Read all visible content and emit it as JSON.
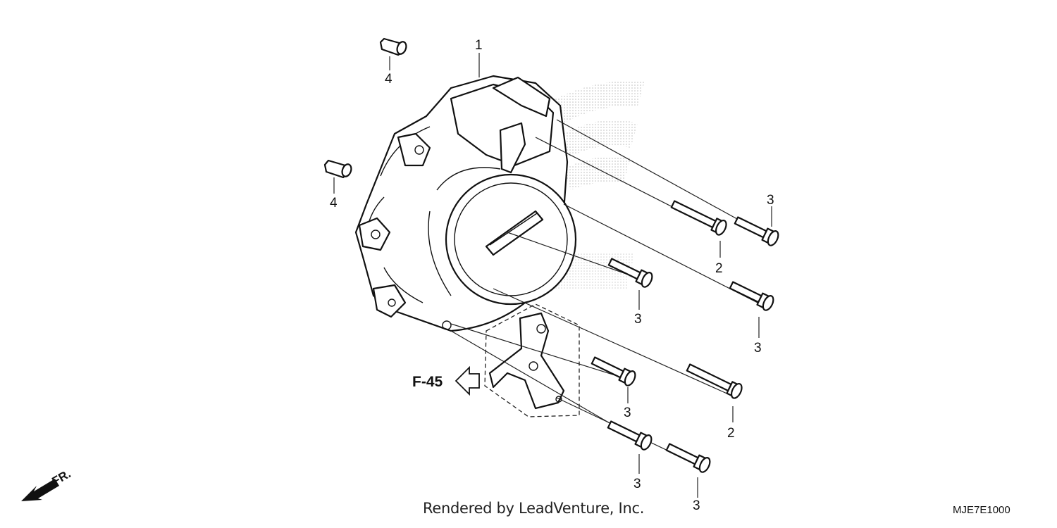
{
  "callouts": {
    "cover": "1",
    "dowel_top": "4",
    "dowel_left": "4",
    "bolt_a_right": "3",
    "bolt_a_left": "2",
    "bolt_mid": "3",
    "bolt_mid_right": "3",
    "bolt_low_left": "3",
    "bolt_low_right": "2",
    "bolt_bottom_left": "3",
    "bolt_bottom_right": "3"
  },
  "reference_arrow": {
    "label": "F-45"
  },
  "front_indicator": {
    "label": "FR."
  },
  "footer": {
    "credit": "Rendered by LeadVenture, Inc.",
    "diagram_code": "MJE7E1000"
  }
}
